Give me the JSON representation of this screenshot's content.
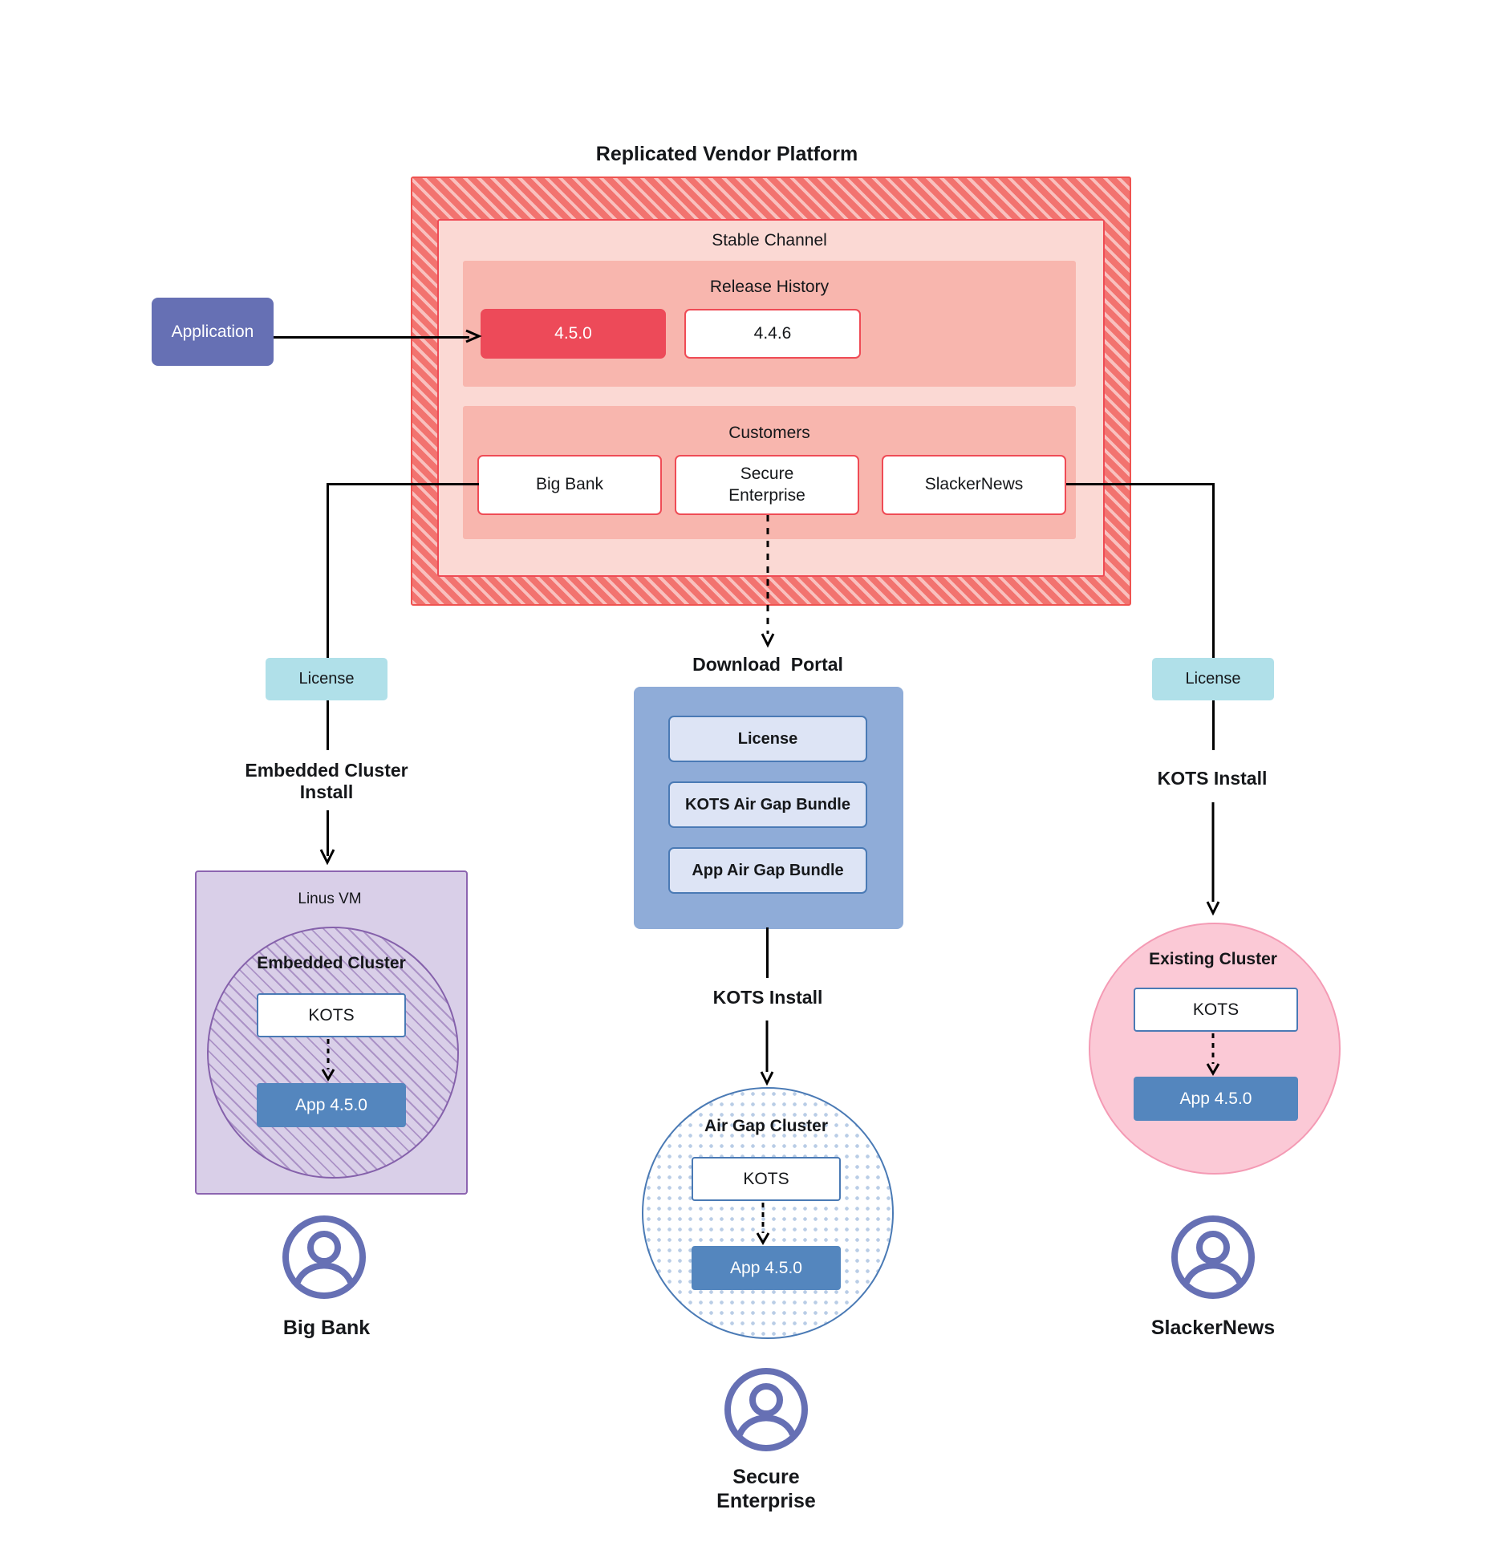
{
  "diagram": {
    "title": "Replicated Vendor Platform"
  },
  "application": {
    "label": "Application"
  },
  "vendor_platform": {
    "channel": {
      "title": "Stable Channel",
      "release_history": {
        "title": "Release History",
        "releases": [
          {
            "version": "4.5.0",
            "state": "current"
          },
          {
            "version": "4.4.6",
            "state": "previous"
          }
        ]
      },
      "customers": {
        "title": "Customers",
        "items": [
          {
            "name": "Big Bank"
          },
          {
            "name": "Secure\nEnterprise"
          },
          {
            "name": "SlackerNews"
          }
        ]
      }
    }
  },
  "branches": {
    "left": {
      "license_label": "License",
      "install_label": "Embedded Cluster\nInstall",
      "vm_title": "Linus VM",
      "cluster_title": "Embedded Cluster",
      "kots_label": "KOTS",
      "app_label": "App 4.5.0",
      "customer_label": "Big Bank"
    },
    "center": {
      "portal_title": "Download  Portal",
      "portal_items": [
        {
          "label": "License"
        },
        {
          "label": "KOTS Air Gap Bundle"
        },
        {
          "label": "App Air Gap Bundle"
        }
      ],
      "install_label": "KOTS Install",
      "cluster_title": "Air Gap Cluster",
      "kots_label": "KOTS",
      "app_label": "App 4.5.0",
      "customer_label": "Secure\nEnterprise"
    },
    "right": {
      "license_label": "License",
      "install_label": "KOTS Install",
      "cluster_title": "Existing Cluster",
      "kots_label": "KOTS",
      "app_label": "App 4.5.0",
      "customer_label": "SlackerNews"
    }
  },
  "icons": {
    "avatar": "user-avatar-icon"
  },
  "colors": {
    "platform_hatch": "#f2736f",
    "channel_bg": "#fbd9d4",
    "section_bg": "#f8b6ae",
    "release_current": "#ed4a59",
    "release_border": "#ef4b55",
    "application": "#6670b4",
    "license": "#b0e0e9",
    "portal": "#8facd8",
    "portal_item": "#dde4f5",
    "vm": "#d9cfe8",
    "vm_border": "#8561ab",
    "kots_border": "#4a7ab5",
    "app_version": "#5486be",
    "existing_cluster": "#fbc9d6",
    "avatar": "#6670b4"
  }
}
